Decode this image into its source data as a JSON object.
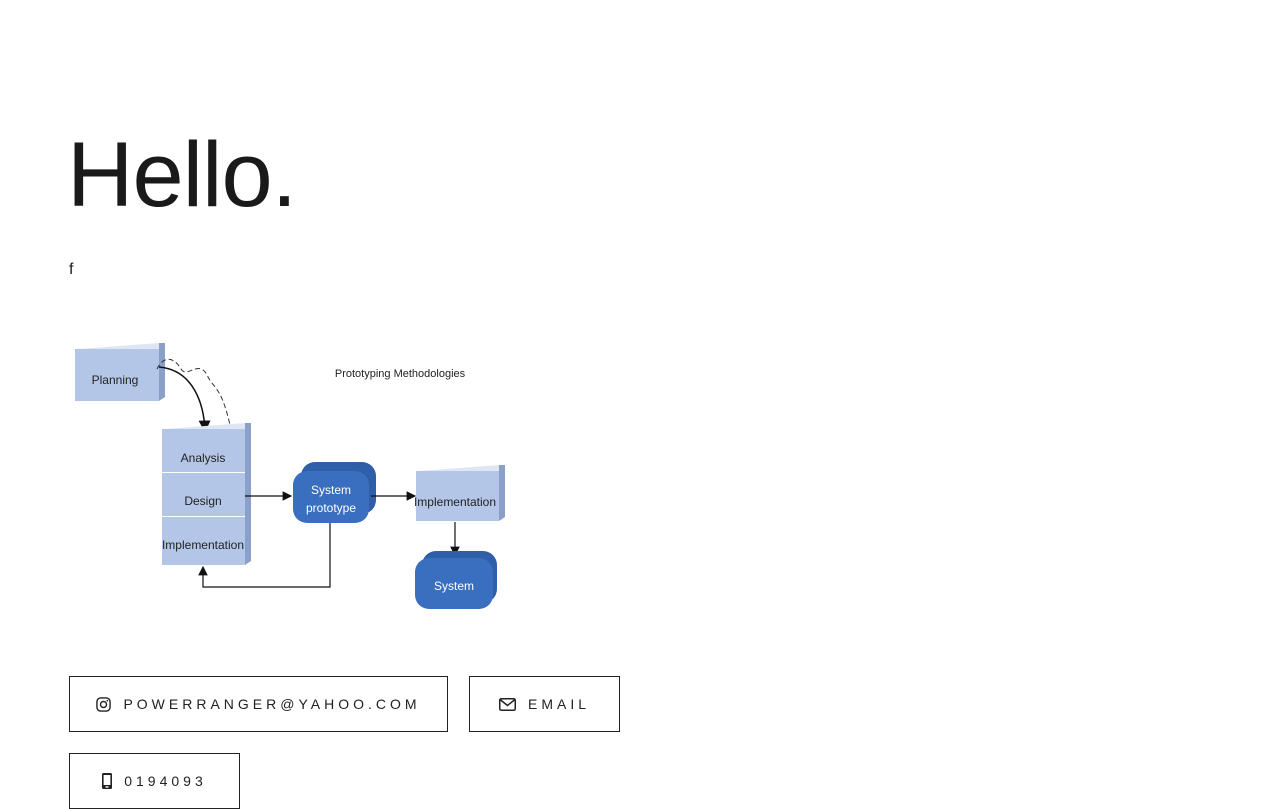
{
  "hero": {
    "title": "Hello.",
    "subtitle": "f"
  },
  "diagram": {
    "caption": "Prototyping Methodologies",
    "planning": "Planning",
    "analysis": "Analysis",
    "design": "Design",
    "implementation": "Implementation",
    "prototype_line1": "System",
    "prototype_line2": "prototype",
    "implementation_right": "Implementation",
    "system": "System"
  },
  "contacts": {
    "instagram": {
      "label": "POWERRANGER@YAHOO.COM",
      "icon": "instagram-icon"
    },
    "email": {
      "label": "EMAIL",
      "icon": "envelope-icon"
    },
    "phone": {
      "label": "0194093",
      "icon": "mobile-phone-icon"
    }
  },
  "colors": {
    "text": "#1a1a1a",
    "box_light": "#b4c6e7",
    "box_dark": "#3a6fbf"
  }
}
